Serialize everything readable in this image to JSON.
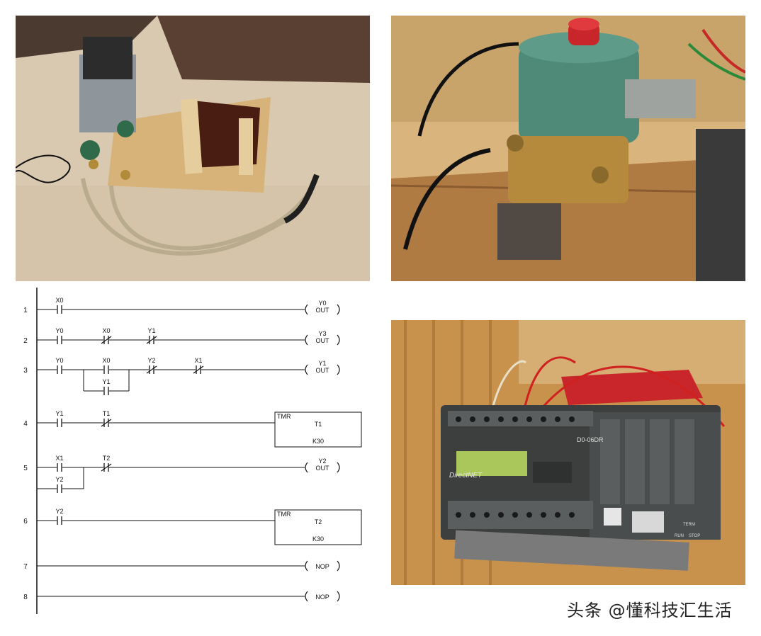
{
  "watermark": "头条 @懂科技汇生活",
  "photo_plc": {
    "model": "D0-06DR",
    "brand": "DirectNET",
    "labels": [
      "TERM",
      "RUN",
      "STOP"
    ]
  },
  "ladder": {
    "rungs": [
      {
        "num": "1",
        "contacts": [
          {
            "label": "X0",
            "type": "NO"
          }
        ],
        "output": {
          "kind": "coil",
          "label": "Y0",
          "text": "OUT"
        }
      },
      {
        "num": "2",
        "contacts": [
          {
            "label": "Y0",
            "type": "NO"
          },
          {
            "label": "X0",
            "type": "NC"
          },
          {
            "label": "Y1",
            "type": "NC"
          }
        ],
        "output": {
          "kind": "coil",
          "label": "Y3",
          "text": "OUT"
        }
      },
      {
        "num": "3",
        "contacts": [
          {
            "label": "Y0",
            "type": "NO"
          },
          {
            "label": "X0",
            "type": "NO"
          },
          {
            "label": "Y2",
            "type": "NC"
          },
          {
            "label": "X1",
            "type": "NC"
          }
        ],
        "branch": [
          {
            "label": "Y1",
            "type": "NO"
          }
        ],
        "output": {
          "kind": "coil",
          "label": "Y1",
          "text": "OUT"
        }
      },
      {
        "num": "4",
        "contacts": [
          {
            "label": "Y1",
            "type": "NO"
          },
          {
            "label": "T1",
            "type": "NC"
          }
        ],
        "output": {
          "kind": "timer",
          "label": "TMR",
          "name": "T1",
          "preset": "K30"
        }
      },
      {
        "num": "5",
        "contacts": [
          {
            "label": "X1",
            "type": "NO"
          },
          {
            "label": "T2",
            "type": "NC"
          }
        ],
        "branch": [
          {
            "label": "Y2",
            "type": "NO"
          }
        ],
        "output": {
          "kind": "coil",
          "label": "Y2",
          "text": "OUT"
        }
      },
      {
        "num": "6",
        "contacts": [
          {
            "label": "Y2",
            "type": "NO"
          }
        ],
        "output": {
          "kind": "timer",
          "label": "TMR",
          "name": "T2",
          "preset": "K30"
        }
      },
      {
        "num": "7",
        "contacts": [],
        "output": {
          "kind": "nop",
          "text": "NOP"
        }
      },
      {
        "num": "8",
        "contacts": [],
        "output": {
          "kind": "nop",
          "text": "NOP"
        }
      }
    ]
  }
}
